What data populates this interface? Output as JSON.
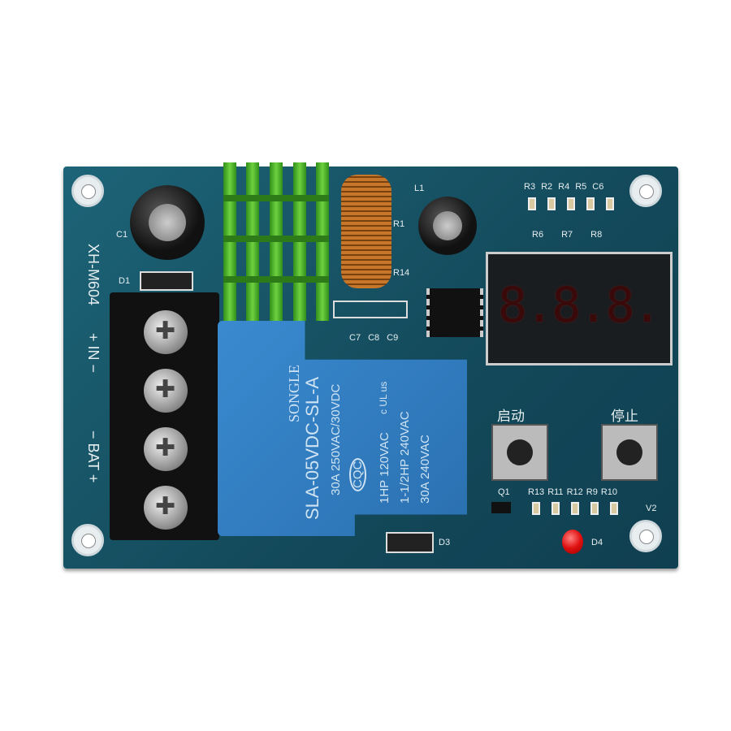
{
  "board": {
    "model": "XH-M604",
    "in_label": "+ IN −",
    "bat_label": "− BAT +",
    "start_label": "启动",
    "stop_label": "停止",
    "refs_top": [
      "R3",
      "R2",
      "R4",
      "R5",
      "C6"
    ],
    "refs_mid": [
      "R6",
      "R7",
      "R8"
    ],
    "refs_caps": [
      "C7",
      "C8",
      "C9"
    ],
    "refs_bottom": [
      "R13",
      "R11",
      "R12",
      "R9",
      "R10"
    ],
    "q1": "Q1",
    "v2": "V2",
    "d1": "D1",
    "d3": "D3",
    "d4": "D4",
    "l1": "L1",
    "c1": "C1",
    "r1": "R1",
    "r14": "R14",
    "display": "8.8.8."
  },
  "relay": {
    "brand": "SONGLE",
    "model": "SLA-05VDC-SL-A",
    "rating1": "30A  250VAC/30VDC",
    "cqc": "CQC",
    "line1": "1HP 120VAC",
    "line2": "1-1/2HP 240VAC",
    "line3": "30A 240VAC",
    "ul": "c UL us",
    "color": "#2f7fc0"
  },
  "colors": {
    "pcb": "#1d6478",
    "heatsink": "#4fb52a",
    "led": "#e01010"
  }
}
